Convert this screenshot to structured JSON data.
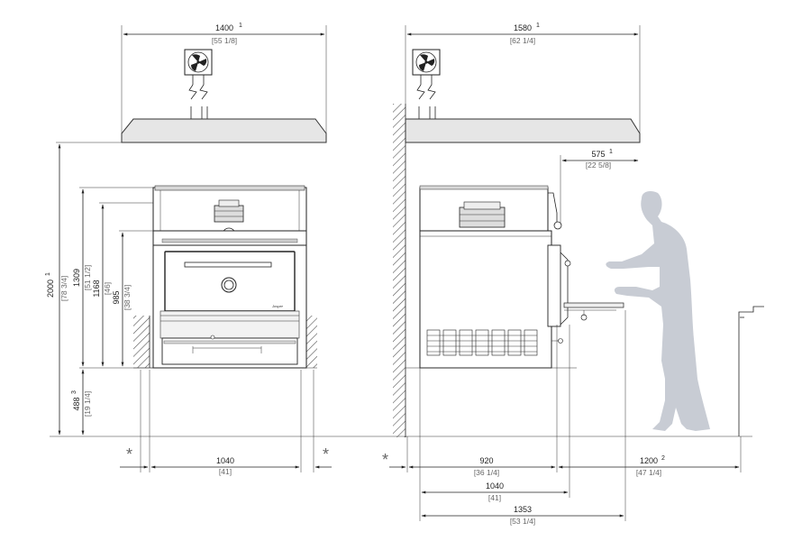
{
  "front_view": {
    "width_top": {
      "mm": "1400",
      "note": "1",
      "in": "[55 1/8]"
    },
    "height_total": {
      "mm": "2000",
      "note": "1",
      "in": "[78 3/4]"
    },
    "height_unit": {
      "mm": "1309",
      "in": "[51 1/2]"
    },
    "height_1168": {
      "mm": "1168",
      "in": "[46]"
    },
    "height_985": {
      "mm": "985",
      "in": "[38 3/4]"
    },
    "height_base": {
      "mm": "488",
      "note": "3",
      "in": "[19 1/4]"
    },
    "width_base": {
      "mm": "1040",
      "in": "[41]"
    },
    "star_left": "*",
    "star_right": "*"
  },
  "side_view": {
    "width_top": {
      "mm": "1580",
      "note": "1",
      "in": "[62 1/4]"
    },
    "overhang": {
      "mm": "575",
      "note": "1",
      "in": "[22 5/8]"
    },
    "depth_920": {
      "mm": "920",
      "in": "[36 1/4]"
    },
    "clearance": {
      "mm": "1200",
      "note": "2",
      "in": "[47 1/4]"
    },
    "depth_1040": {
      "mm": "1040",
      "in": "[41]"
    },
    "depth_1353": {
      "mm": "1353",
      "in": "[53 1/4]"
    },
    "star": "*"
  },
  "brand_label": "Josper",
  "icons": {
    "fan": "extractor-fan-icon",
    "person": "operator-silhouette"
  },
  "colors": {
    "line": "#222222",
    "person": "#c8ccd4",
    "hood": "#e6e6e6"
  }
}
